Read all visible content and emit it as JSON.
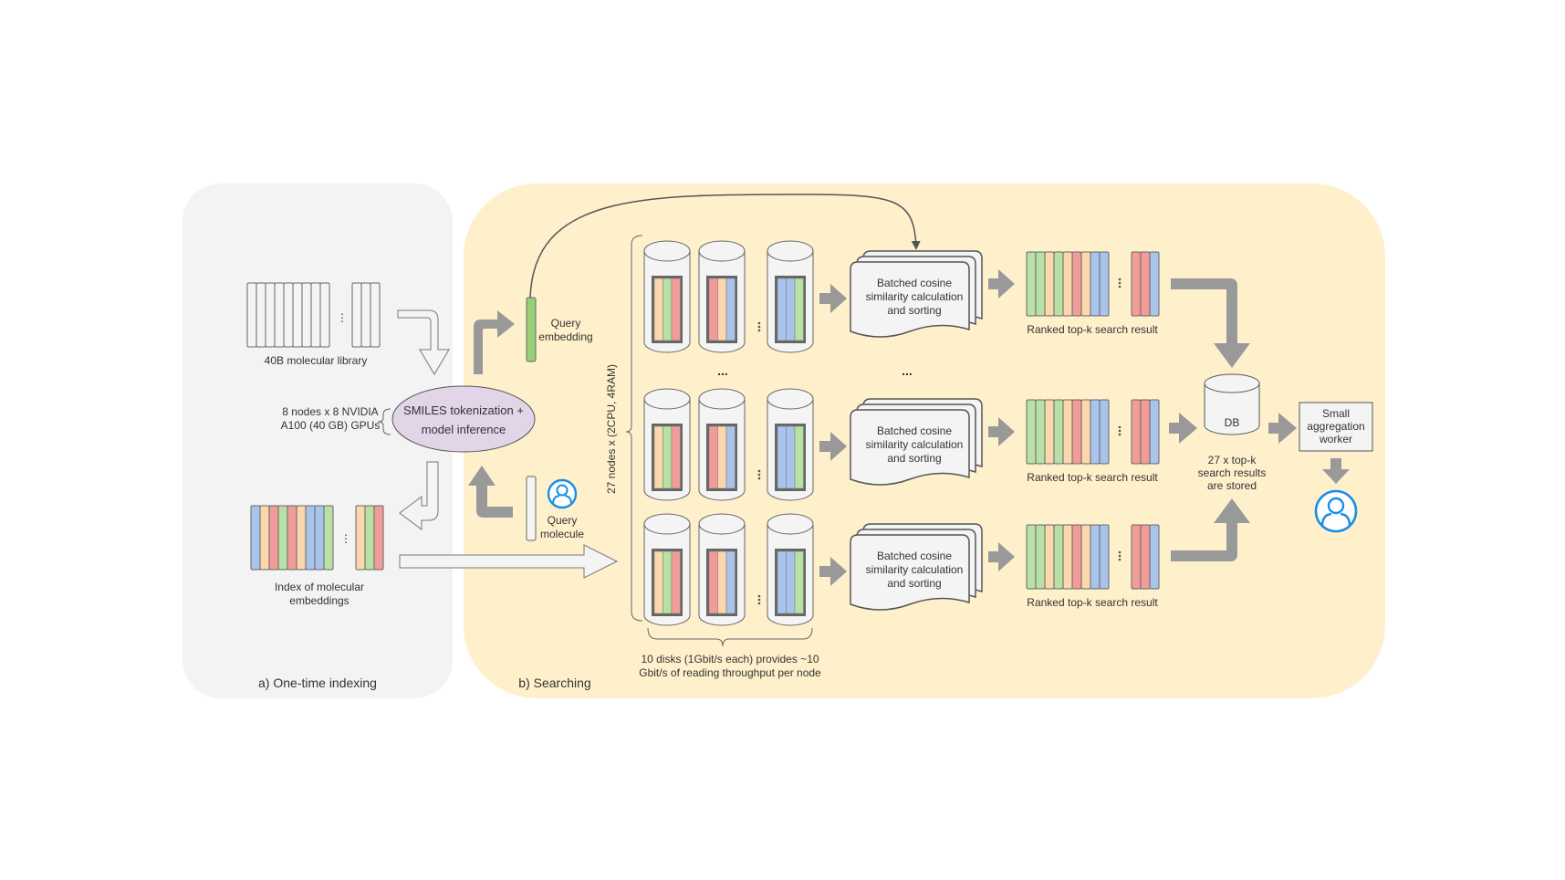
{
  "colors": {
    "panel_indexing_bg": "#f3f3f3",
    "panel_searching_bg": "#fff0cc",
    "green": "#b9e0a5",
    "orange": "#fad7ac",
    "red": "#f19c99",
    "blue": "#a9c4eb",
    "query_green": "#97d077",
    "ellipse_purple": "#e1d5e7",
    "arrow_gray": "#999999",
    "user_blue": "#1a8ee6"
  },
  "indexing": {
    "panel_label": "a) One-time indexing",
    "library_label": "40B molecular library",
    "gpu_label_line1": "8 nodes x 8 NVIDIA",
    "gpu_label_line2": "A100 (40 GB) GPUs",
    "inference_line1": "SMILES tokenization +",
    "inference_line2": "model inference",
    "index_label_line1": "Index of molecular",
    "index_label_line2": "embeddings",
    "index_colors_main": [
      "blue",
      "orange",
      "red",
      "green",
      "red",
      "orange",
      "blue",
      "blue",
      "green"
    ],
    "index_colors_tail": [
      "orange",
      "green",
      "red"
    ],
    "ellipsis": "⋮"
  },
  "searching": {
    "panel_label": "b) Searching",
    "query_embedding_line1": "Query",
    "query_embedding_line2": "embedding",
    "query_molecule_line1": "Query",
    "query_molecule_line2": "molecule",
    "nodes_label": "27 nodes x (2CPU, 4RAM)",
    "disks_label_line1": "10 disks (1Gbit/s each) provides ~10",
    "disks_label_line2": "Gbit/s of reading throughput per node",
    "row_ellipsis": "...",
    "disk_colors": [
      [
        "orange",
        "green",
        "red"
      ],
      [
        "red",
        "orange",
        "blue"
      ],
      [
        "blue",
        "blue",
        "green"
      ]
    ],
    "rows": [
      {
        "batch_line1": "Batched cosine",
        "batch_line2": "similarity calculation",
        "batch_line3": "and sorting",
        "result_label": "Ranked top-k search result"
      },
      {
        "batch_line1": "Batched cosine",
        "batch_line2": "similarity calculation",
        "batch_line3": "and sorting",
        "result_label": "Ranked top-k search result"
      },
      {
        "batch_line1": "Batched cosine",
        "batch_line2": "similarity calculation",
        "batch_line3": "and sorting",
        "result_label": "Ranked top-k search result"
      }
    ],
    "result_colors_main": [
      "green",
      "green",
      "orange",
      "green",
      "orange",
      "red",
      "orange",
      "blue",
      "blue"
    ],
    "result_colors_tail": [
      "red",
      "red",
      "blue"
    ],
    "db_label": "DB",
    "db_caption_line1": "27 x top-k",
    "db_caption_line2": "search results",
    "db_caption_line3": "are stored",
    "aggregator_line1": "Small",
    "aggregator_line2": "aggregation",
    "aggregator_line3": "worker"
  }
}
